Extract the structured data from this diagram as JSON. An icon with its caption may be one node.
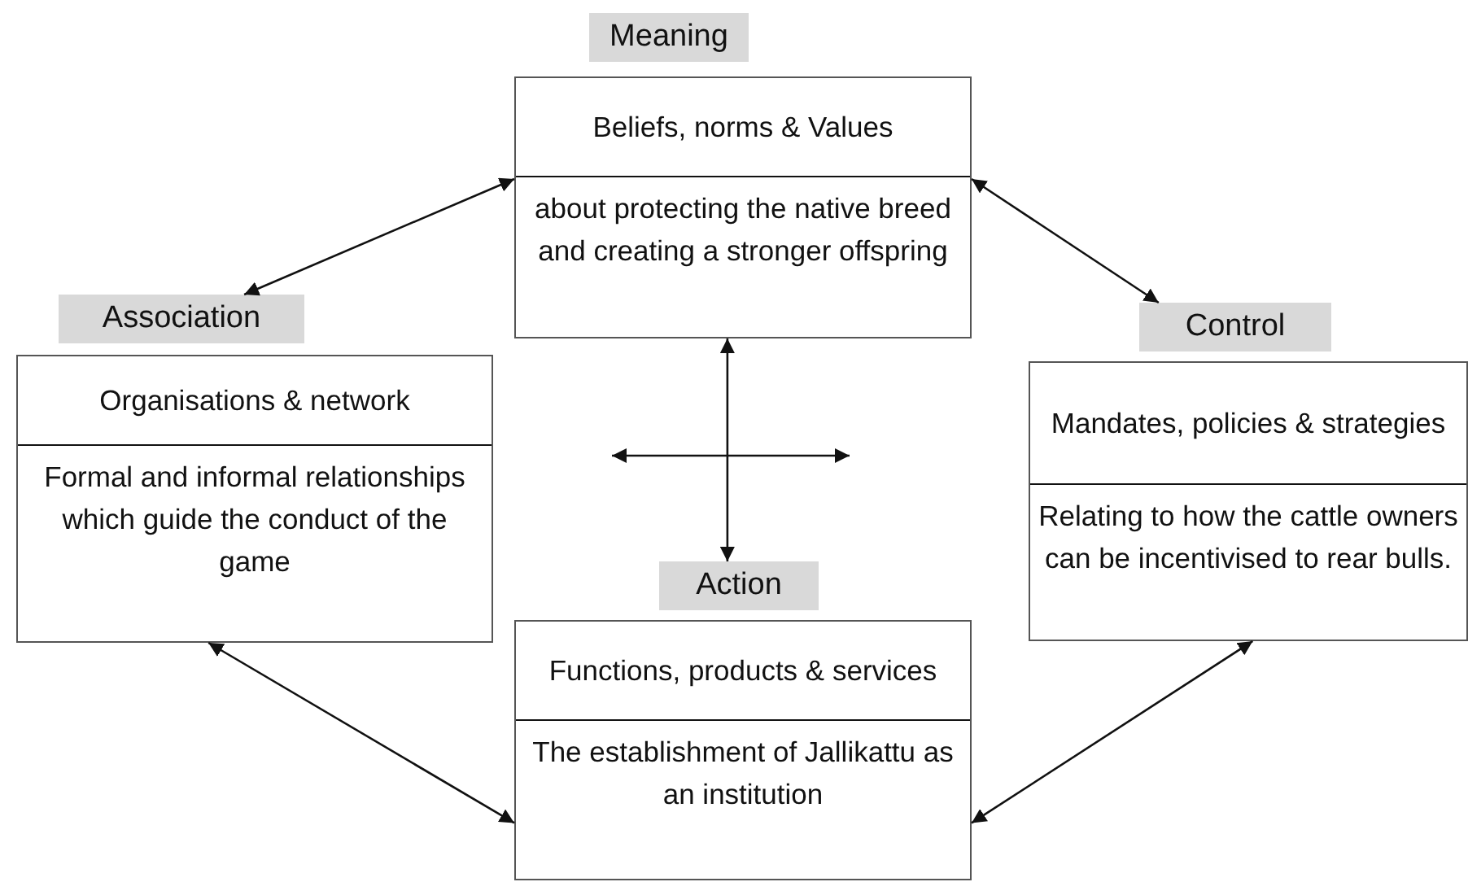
{
  "diagram": {
    "nodes": [
      {
        "text": [
          "Meaning",
          "Beliefs, norms & Values",
          "about protecting the native breed and creating a stronger offspring"
        ]
      },
      {
        "text": [
          "Association",
          "Organisations & network",
          "Formal and informal relationships which guide the conduct of the game"
        ]
      },
      {
        "text": [
          "Control",
          "Mandates, policies & strategies",
          "Relating to how the cattle owners can be incentivised to rear bulls."
        ]
      },
      {
        "text": [
          "Action",
          "Functions, products & services",
          "The establishment of Jallikattu as an institution"
        ]
      }
    ],
    "edges": [
      {
        "from": 0,
        "to": 1,
        "arrow": "both"
      },
      {
        "from": 0,
        "to": 2,
        "arrow": "both"
      },
      {
        "from": 0,
        "to": 3,
        "arrow": "both"
      },
      {
        "from": 1,
        "to": 3,
        "arrow": "both"
      },
      {
        "from": 2,
        "to": 3,
        "arrow": "both"
      }
    ]
  }
}
